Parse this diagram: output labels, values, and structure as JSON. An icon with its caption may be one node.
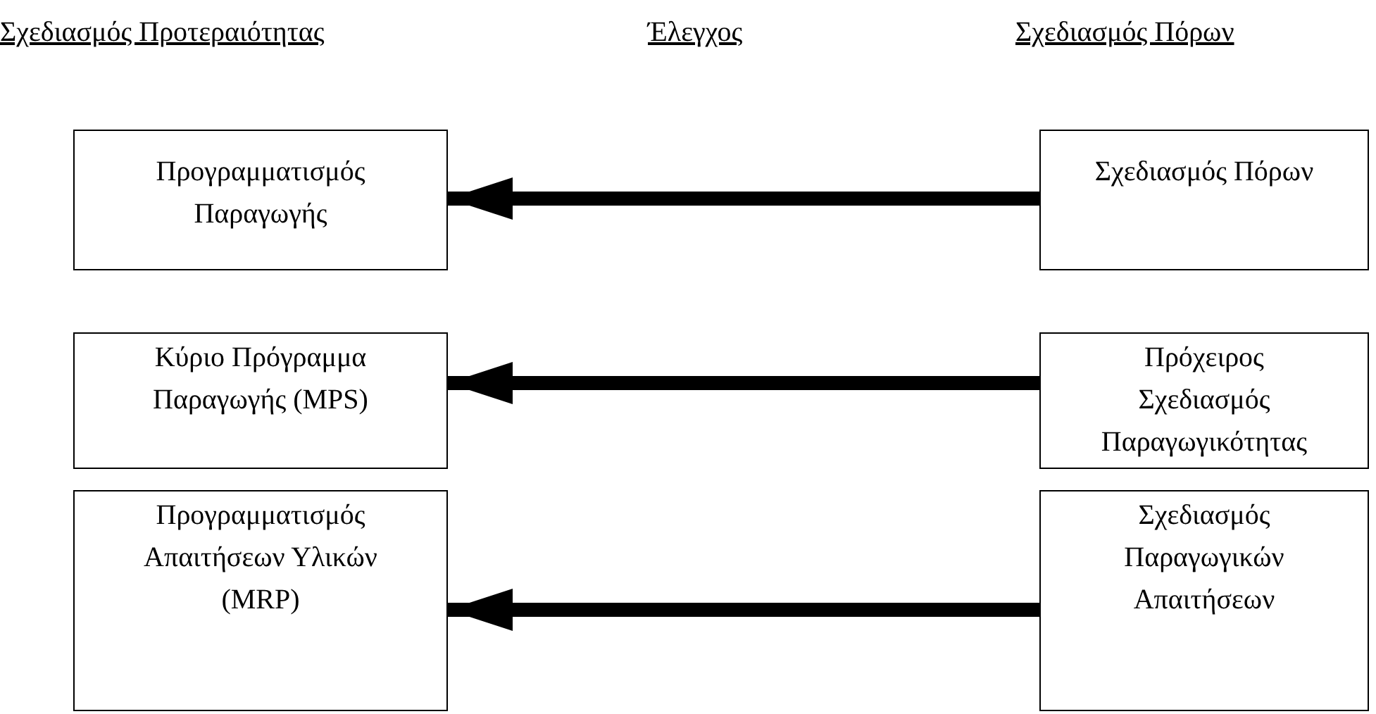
{
  "diagram": {
    "nodes": [
      {
        "text": [
          "Προγραμματισμός Παραγωγής"
        ]
      },
      {
        "text": [
          "Κύριο Πρόγραμμα Παραγωγής (MPS)"
        ]
      },
      {
        "text": [
          "Προγραμματισμός Απαιτήσεων Υλικών (MRP)"
        ]
      },
      {
        "text": [
          "Σχεδιασμός Πόρων"
        ]
      },
      {
        "text": [
          "Πρόχειρος Σχεδιασμός Παραγωγικότητας"
        ]
      },
      {
        "text": [
          "Σχεδιασμός Παραγωγικών Απαιτήσεων"
        ]
      }
    ],
    "edges": [
      {
        "from": 3,
        "to": 0,
        "arrow": "to"
      },
      {
        "from": 4,
        "to": 1,
        "arrow": "to"
      },
      {
        "from": 5,
        "to": 2,
        "arrow": "to"
      }
    ],
    "labels": [
      "Σχεδιασμός Προτεραιότητας",
      "Έλεγχος",
      "Σχεδιασμός Πόρων"
    ]
  }
}
